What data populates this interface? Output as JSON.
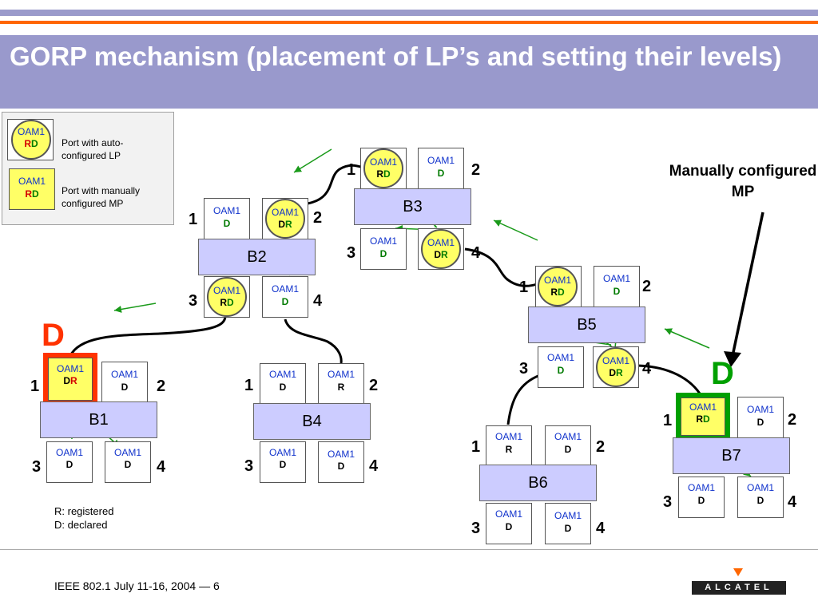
{
  "title": "GORP mechanism (placement of LP’s and setting their levels)",
  "legend": {
    "auto_lp": {
      "oam": "OAM1",
      "s1": "R",
      "s2": "D",
      "label": "Port with auto-configured LP"
    },
    "manual_mp": {
      "oam": "OAM1",
      "s1": "R",
      "s2": "D",
      "label": "Port with manually configured MP"
    }
  },
  "annotation": {
    "manual_mp": "Manually configured MP"
  },
  "notes": {
    "r": "R: registered",
    "d": "D: declared"
  },
  "footer": "IEEE 802.1 July 11-16, 2004 — 6",
  "logo": "ALCATEL",
  "down_markers": [
    "D",
    "D"
  ],
  "port_label": "OAM1",
  "bridges": {
    "b1": {
      "name": "B1",
      "ports": [
        {
          "num": "1",
          "s1": "D",
          "s2": "R"
        },
        {
          "num": "2",
          "s1": "D",
          "s2": ""
        },
        {
          "num": "3",
          "s1": "D",
          "s2": ""
        },
        {
          "num": "4",
          "s1": "D",
          "s2": ""
        }
      ]
    },
    "b2": {
      "name": "B2",
      "ports": [
        {
          "num": "1",
          "s1": "D",
          "s2": ""
        },
        {
          "num": "2",
          "s1": "D",
          "s2": "R"
        },
        {
          "num": "3",
          "s1": "R",
          "s2": "D"
        },
        {
          "num": "4",
          "s1": "D",
          "s2": ""
        }
      ]
    },
    "b3": {
      "name": "B3",
      "ports": [
        {
          "num": "1",
          "s1": "R",
          "s2": "D"
        },
        {
          "num": "2",
          "s1": "D",
          "s2": ""
        },
        {
          "num": "3",
          "s1": "D",
          "s2": ""
        },
        {
          "num": "4",
          "s1": "D",
          "s2": "R"
        }
      ]
    },
    "b4": {
      "name": "B4",
      "ports": [
        {
          "num": "1",
          "s1": "D",
          "s2": ""
        },
        {
          "num": "2",
          "s1": "R",
          "s2": ""
        },
        {
          "num": "3",
          "s1": "D",
          "s2": ""
        },
        {
          "num": "4",
          "s1": "D",
          "s2": ""
        }
      ]
    },
    "b5": {
      "name": "B5",
      "ports": [
        {
          "num": "1",
          "s1": "R",
          "s2": "D"
        },
        {
          "num": "2",
          "s1": "D",
          "s2": ""
        },
        {
          "num": "3",
          "s1": "D",
          "s2": ""
        },
        {
          "num": "4",
          "s1": "D",
          "s2": "R"
        }
      ]
    },
    "b6": {
      "name": "B6",
      "ports": [
        {
          "num": "1",
          "s1": "R",
          "s2": ""
        },
        {
          "num": "2",
          "s1": "D",
          "s2": ""
        },
        {
          "num": "3",
          "s1": "D",
          "s2": ""
        },
        {
          "num": "4",
          "s1": "D",
          "s2": ""
        }
      ]
    },
    "b7": {
      "name": "B7",
      "ports": [
        {
          "num": "1",
          "s1": "R",
          "s2": "D"
        },
        {
          "num": "2",
          "s1": "D",
          "s2": ""
        },
        {
          "num": "3",
          "s1": "D",
          "s2": ""
        },
        {
          "num": "4",
          "s1": "D",
          "s2": ""
        }
      ]
    }
  },
  "colors": {
    "title_bg": "#9999cc",
    "bridge_fill": "#ccccff",
    "lp_fill": "#ffff66",
    "registered": "#d40000",
    "declared_lp": "#007a00",
    "mp_box": "#00a000",
    "down_box": "#ff3300",
    "accent": "#ff6600"
  }
}
